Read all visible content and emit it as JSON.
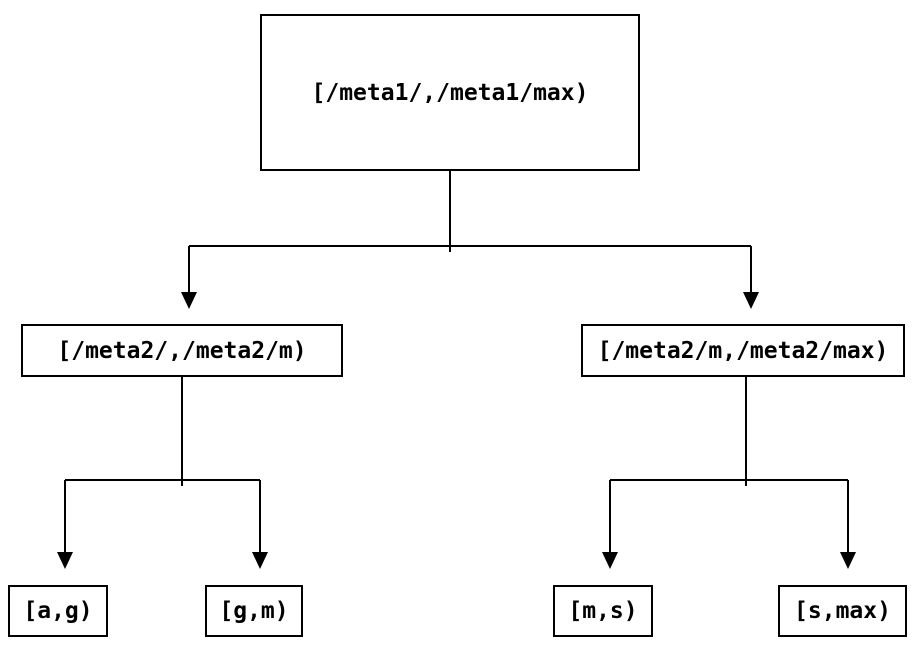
{
  "diagram": {
    "type": "tree",
    "colors": {
      "background": "#ffffff",
      "line": "#000000",
      "node_fill": "#ffffff",
      "text": "#000000"
    },
    "nodes": {
      "root": {
        "label": "[/meta1/,/meta1/max)"
      },
      "left_child": {
        "label": "[/meta2/,/meta2/m)"
      },
      "right_child": {
        "label": "[/meta2/m,/meta2/max)"
      },
      "leaf_ag": {
        "label": "[a,g)"
      },
      "leaf_gm": {
        "label": "[g,m)"
      },
      "leaf_ms": {
        "label": "[m,s)"
      },
      "leaf_smax": {
        "label": "[s,max)"
      }
    },
    "edges": [
      {
        "from": "root",
        "to": "left_child"
      },
      {
        "from": "root",
        "to": "right_child"
      },
      {
        "from": "left_child",
        "to": "leaf_ag"
      },
      {
        "from": "left_child",
        "to": "leaf_gm"
      },
      {
        "from": "right_child",
        "to": "leaf_ms"
      },
      {
        "from": "right_child",
        "to": "leaf_smax"
      }
    ]
  }
}
